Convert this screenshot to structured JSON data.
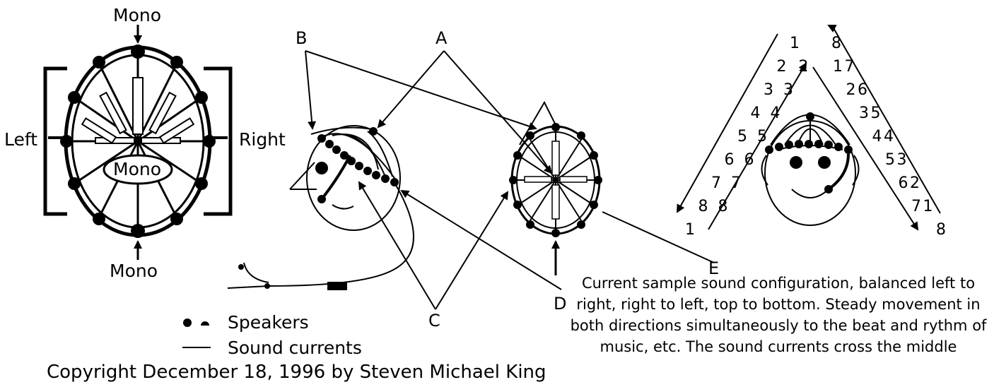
{
  "labels": {
    "mono_top": "Mono",
    "mono_center": "Mono",
    "mono_bottom": "Mono",
    "left": "Left",
    "right": "Right",
    "a": "A",
    "b": "B",
    "c": "C",
    "d": "D",
    "e": "E"
  },
  "legend": {
    "speakers": "Speakers",
    "sound_currents": "Sound currents"
  },
  "caption": "Current sample sound configuration, balanced left to right, right to left, top to bottom. Steady movement in both directions simultaneously to the beat and rythm of music, etc. The sound currents cross the middle",
  "copyright": "Copyright  December 18, 1996 by Steven Michael King",
  "channels": {
    "left_column": [
      "1",
      "2",
      "3",
      "4",
      "5",
      "6",
      "7",
      "8",
      "1"
    ],
    "left_column_inner": [
      "8",
      "7",
      "6",
      "5",
      "4",
      "3",
      "2"
    ],
    "right_column": [
      "8",
      "7",
      "6",
      "5",
      "4",
      "3",
      "2",
      "1",
      "8"
    ],
    "right_column_inner": [
      "1",
      "2",
      "3",
      "4",
      "5",
      "6",
      "7"
    ]
  },
  "colors": {
    "ink": "#000000",
    "paper": "#ffffff"
  }
}
